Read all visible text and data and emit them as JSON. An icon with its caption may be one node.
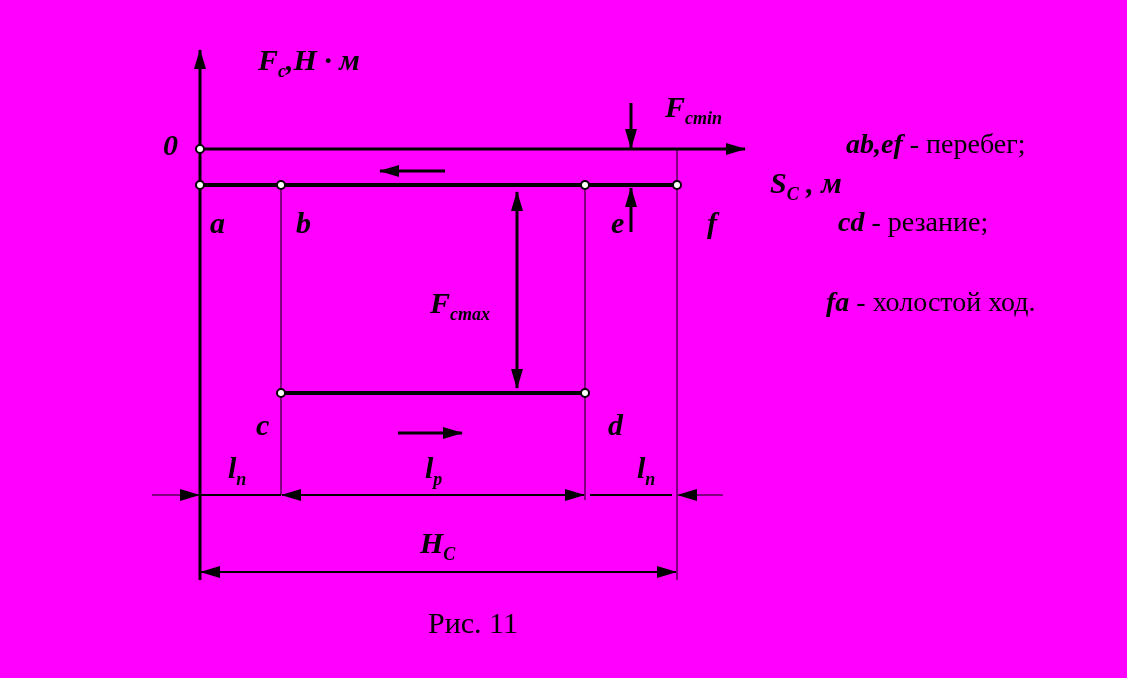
{
  "diagram": {
    "caption": "Рис. 11",
    "labels": [
      "F$_{c}$,H · м",
      "F$_{cmin}$",
      "0",
      "**ab,ef**  - перебег;",
      "S$_{C}$ , м",
      "a",
      "b",
      "e",
      "f",
      "**cd** - резание;",
      "F$_{cmax}$",
      "**fa** - холостой ход.",
      "c",
      "d",
      "l$_{n}$",
      "l$_{p}$",
      "l$_{n}$",
      "H$_{C}$"
    ]
  }
}
